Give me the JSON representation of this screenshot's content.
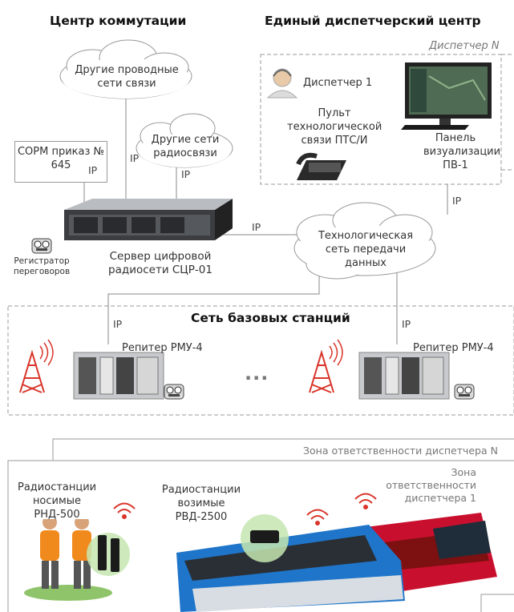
{
  "titles": {
    "switching_center": "Центр коммутации",
    "dispatch_center": "Единый диспетчерский центр",
    "base_station_network": "Сеть базовых станций"
  },
  "dispatcher_n_label": "Диспетчер N",
  "clouds": {
    "wired": "Другие проводные сети связи",
    "radio": "Другие сети радиосвязи",
    "tech_network": "Технологическая сеть передачи данных"
  },
  "sorm": "СОРМ приказ № 645",
  "ip_label": "IP",
  "server": "Сервер цифровой радиосети СЦР-01",
  "recorder": "Регистратор переговоров",
  "dispatcher1": "Диспетчер 1",
  "console": "Пульт технологической связи ПТС/И",
  "panel": "Панель визуализации ПВ-1",
  "repeater_left": "Репитер РМУ-4",
  "repeater_right": "Репитер РМУ-4",
  "ellipsis": "...",
  "zone_n": "Зона ответственности диспетчера N",
  "zone_1": "Зона ответственности диспетчера 1",
  "portable": "Радиостанции носимые РНД-500",
  "vehicle": "Радиостанции возимые РВД-2500"
}
